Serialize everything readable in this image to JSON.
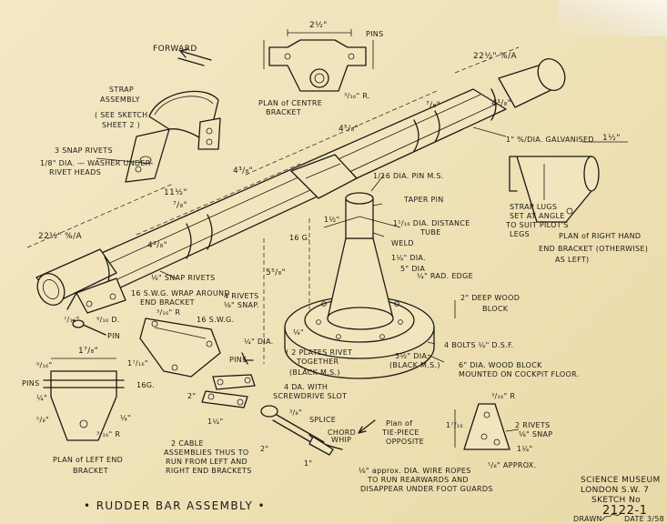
{
  "title": "• RUDDER BAR ASSEMBLY •",
  "title_block": {
    "museum": "SCIENCE  MUSEUM",
    "location": "LONDON      S.W. 7",
    "sketch": "SKETCH  No",
    "number": "2122-1",
    "drawn": "DRAWN",
    "date": "DATE  3/58"
  },
  "labels": {
    "forward": "FORWARD",
    "strap_assembly": "STRAP",
    "strap_assembly_2": "ASSEMBLY",
    "see_sketch": "( SEE SKETCH",
    "sheet2": "SHEET 2 )",
    "snap_rivets_3": "3 SNAP RIVETS",
    "washer_note_1": "1/8\" DIA. — WASHER UNDER",
    "washer_note_2": "RIVET HEADS",
    "dim_2212_left": "22½\" %/A",
    "dim_438_left": "4³/₈\"",
    "dim_438_mid": "4³/₈\"",
    "dim_1112": "11½\"",
    "dim_78_a": "⁷/₈\"",
    "dim_78_b": "⁷/₈\"",
    "dim_458": "4⁵/₈\"",
    "dim_438_right": "4³/₈\"",
    "dim_2212_right": "22½\" %/A",
    "galvanised": "1\" %/DIA. GALVANISED",
    "dim_112": "1½\"",
    "strap_lugs_1": "STRAP LUGS",
    "strap_lugs_2": "SET AT ANGLE",
    "strap_lugs_3": "TO SUIT PILOT'S",
    "strap_lugs_4": "LEGS",
    "plan_right_1": "PLAN of RIGHT HAND",
    "plan_right_2": "END BRACKET (OTHERWISE)",
    "plan_right_3": "AS LEFT)",
    "dim_212": "2½\"",
    "pins_top": "PINS",
    "plan_centre_1": "PLAN of CENTRE",
    "plan_centre_2": "BRACKET",
    "dim_316_centre": "³/₁₆\" R.",
    "pin_ms": "1/16 DIA. PIN M.S.",
    "taper_pin": "TAPER PIN",
    "distance_tube_1": "1⁵/₁₆ DIA. DISTANCE",
    "distance_tube_2": "TUBE",
    "weld": "WELD",
    "dia_114": "1¼\" DIA.",
    "dim_16g": "16 G.",
    "dim_112_v": "1½\"",
    "dim_558": "5⁵/₈\"",
    "dim_5dia": "5\" DIA",
    "rad_edge": "¼\" RAD. EDGE",
    "deep_wood_1": "2\" DEEP WOOD",
    "deep_wood_2": "BLOCK",
    "bolts": "4 BOLTS ¼\" D.S.F.",
    "dim_312": "3½\" DIA.",
    "black_ms_2": "(BLACK M.S.)",
    "wood_block_1": "6\" DIA. WOOD BLOCK",
    "wood_block_2": "MOUNTED ON COCKPIT FLOOR.",
    "dim_18_a": "⅛\"",
    "plates_1": "( 2 PLATES RIVET",
    "plates_2": "TOGETHER",
    "plates_3": "(BLACK M.S.)",
    "rivets4_1": "4 RIVETS",
    "rivets4_2": "⅛\" SNAP.",
    "snap_rivets_18": "⅛\" SNAP RIVETS",
    "swg_wrap_1": "16 S.W.G. WRAP AROUND",
    "swg_wrap_2": "END BRACKET",
    "swg16": "16 S.W.G.",
    "dim_316r": "³/₁₆\" R",
    "dim_716": "⁷/₁₆\"",
    "dim_916": "⁹/₁₆ D.",
    "pin": "PIN",
    "dim_178": "1⁷/₈\"",
    "dim_1716": "1⁷/₁₆\"",
    "dim_16g_2": "16G.",
    "dim_916b": "⁹/₁₆\"",
    "pins_left": "PINS",
    "dim_14_a": "¼\"",
    "dim_58": "⁵/₈\"",
    "dim_14_b": "¼\"",
    "dim_316_left": "³/₁₆\" R",
    "plan_left_1": "PLAN of LEFT END",
    "plan_left_2": "BRACKET",
    "dim_14_dia": "¼\" DIA.",
    "pins_mid": "PINS",
    "dim_2": "2\"",
    "dim_114": "1¼\"",
    "four_dia_1": "4 DA. WITH",
    "four_dia_2": "SCREWDRIVE SLOT",
    "cable_1": "2 CABLE",
    "cable_2": "ASSEMBLIES THUS TO",
    "cable_3": "RUN FROM LEFT AND",
    "cable_4": "RIGHT END BRACKETS",
    "dim_38": "³/₈\"",
    "splice": "SPLICE",
    "chord_whip_1": "CHORD",
    "chord_whip_2": "WHIP",
    "dim_2b": "2\"",
    "dim_1": "1\"",
    "tie_piece_1": "Plan of",
    "tie_piece_2": "TIE-PIECE",
    "tie_piece_3": "OPPOSITE",
    "wire_1": "⅛\" approx. DIA. WIRE ROPES",
    "wire_2": "TO RUN REARWARDS AND",
    "wire_3": "DISAPPEAR UNDER FOOT GUARDS",
    "dim_316r_tie": "³/₁₆\" R",
    "rivets2_1": "2 RIVETS",
    "rivets2_2": "⅛\" SNAP",
    "dim_1716_tie": "1⁷/₁₆",
    "dim_114_tie": "1¼\"",
    "approx": "⁵/₈\" APPROX."
  }
}
